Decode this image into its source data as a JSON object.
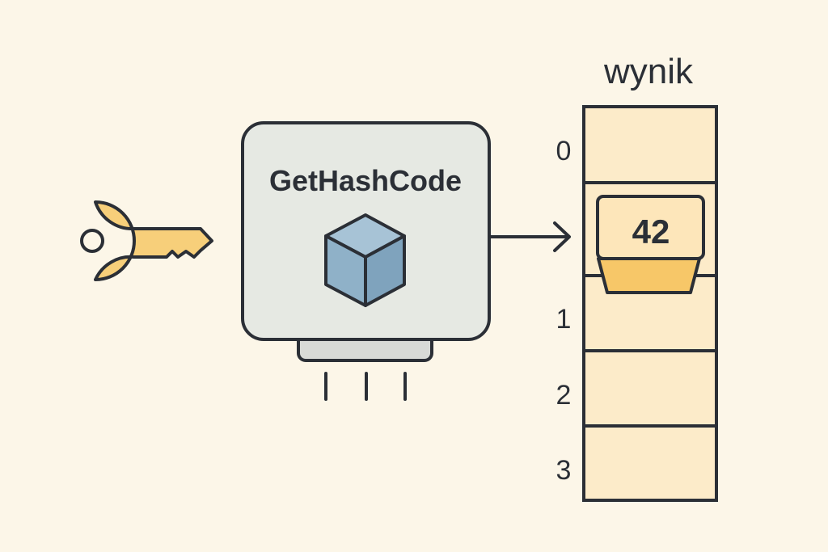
{
  "colors": {
    "background": "#fcf6e8",
    "ink": "#2b2f36",
    "key_fill": "#f7cf7a",
    "box_fill": "#e6e9e3",
    "box_base_fill": "#d8dad7",
    "cube_top": "#a7c3d6",
    "cube_left": "#8fb1c8",
    "cube_right": "#7fa3bd",
    "slot_fill": "#fcebc9",
    "item_fill": "#fde6ba",
    "item_base_fill": "#f7c768"
  },
  "icons": [
    "key-icon",
    "cube-icon",
    "arrow-right-icon"
  ],
  "function_box": {
    "label": "GetHashCode"
  },
  "array": {
    "title": "wynik",
    "indices": [
      "0",
      "1",
      "2",
      "3"
    ],
    "item_value": "42"
  }
}
